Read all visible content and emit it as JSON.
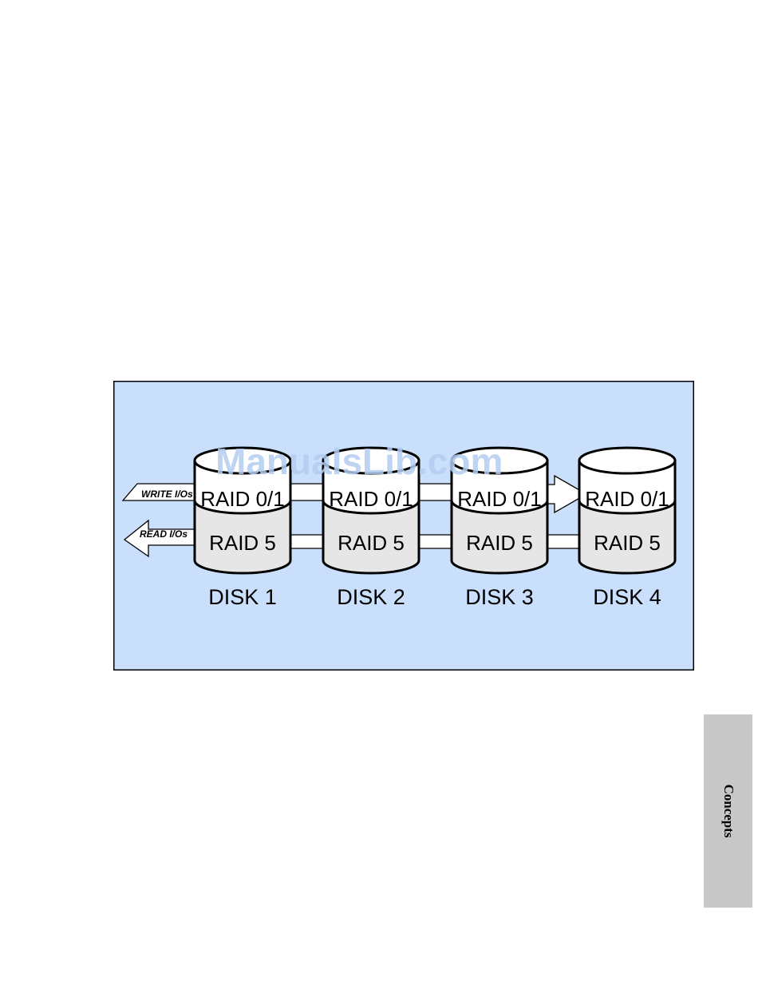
{
  "figure": {
    "background": "#c9dffb",
    "tiers": {
      "top": "RAID 0/1",
      "bottom": "RAID 5"
    },
    "disks": [
      {
        "label": "DISK 1",
        "top": "RAID 0/1",
        "bottom": "RAID 5"
      },
      {
        "label": "DISK 2",
        "top": "RAID 0/1",
        "bottom": "RAID 5"
      },
      {
        "label": "DISK 3",
        "top": "RAID 0/1",
        "bottom": "RAID 5"
      },
      {
        "label": "DISK 4",
        "top": "RAID 0/1",
        "bottom": "RAID 5"
      }
    ],
    "write_label": "WRITE I/Os",
    "read_label": "READ I/Os",
    "watermark": "ManualsLib.com"
  },
  "side_tab": {
    "label": "Concepts"
  }
}
